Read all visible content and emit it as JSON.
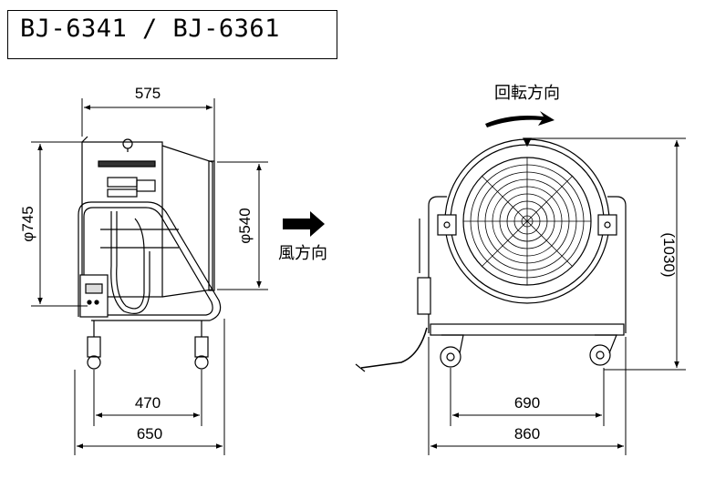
{
  "title": "BJ-6341 / BJ-6361",
  "side_view": {
    "width_top": "575",
    "height_diameter": "φ745",
    "outlet_diameter": "φ540",
    "wheel_span": "470",
    "base_width": "650"
  },
  "front_view": {
    "rotation_label": "回転方向",
    "height": "(1030)",
    "wheel_span": "690",
    "overall_width": "860"
  },
  "airflow_label": "風方向"
}
